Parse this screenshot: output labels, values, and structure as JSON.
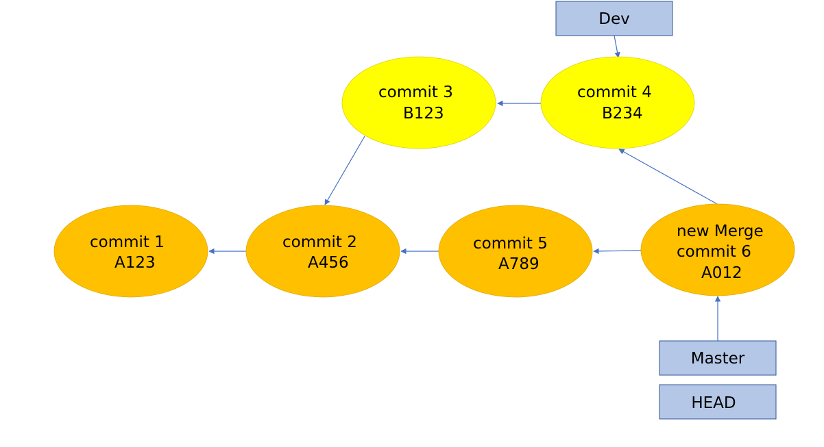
{
  "colors": {
    "commit_main": "#FFC000",
    "commit_dev": "#FFFF00",
    "label_fill": "#B4C7E7",
    "label_border": "#2F5597",
    "arrow": "#4472C4"
  },
  "commits": [
    {
      "id": "c1",
      "lines": [
        "commit 1",
        "A123"
      ],
      "branch": "main"
    },
    {
      "id": "c2",
      "lines": [
        "commit 2",
        "A456"
      ],
      "branch": "main"
    },
    {
      "id": "c3",
      "lines": [
        "commit 3",
        "B123"
      ],
      "branch": "dev"
    },
    {
      "id": "c4",
      "lines": [
        "commit 4",
        "B234"
      ],
      "branch": "dev"
    },
    {
      "id": "c5",
      "lines": [
        "commit 5",
        "A789"
      ],
      "branch": "main"
    },
    {
      "id": "c6",
      "lines": [
        "new Merge",
        "commit 6",
        "A012"
      ],
      "branch": "main"
    }
  ],
  "labels": [
    {
      "id": "dev",
      "text": "Dev",
      "points_to": "c4"
    },
    {
      "id": "master",
      "text": "Master",
      "points_to": "c6"
    },
    {
      "id": "head",
      "text": "HEAD"
    }
  ],
  "edges": [
    {
      "from": "c2",
      "to": "c1"
    },
    {
      "from": "c5",
      "to": "c2"
    },
    {
      "from": "c6",
      "to": "c5"
    },
    {
      "from": "c6",
      "to": "c4"
    },
    {
      "from": "c4",
      "to": "c3"
    },
    {
      "from": "c3",
      "to": "c2"
    },
    {
      "from": "dev",
      "to": "c4"
    },
    {
      "from": "master",
      "to": "c6"
    }
  ]
}
